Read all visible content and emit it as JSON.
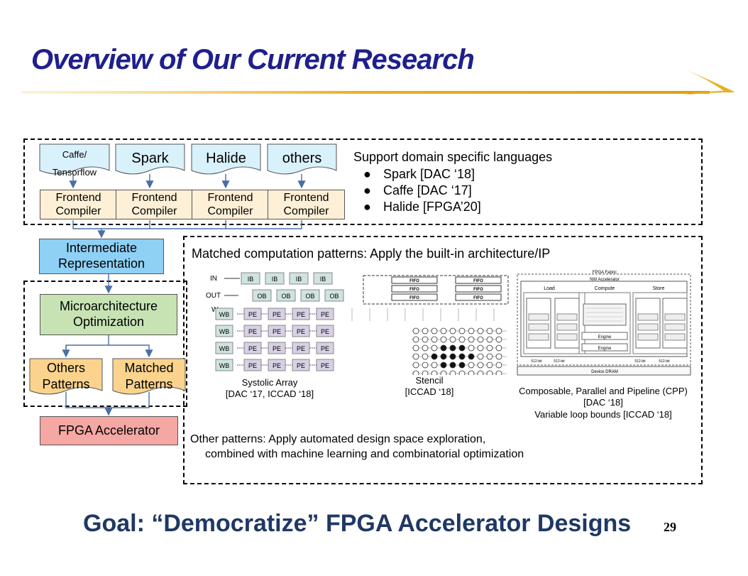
{
  "title": "Overview of Our Current Research",
  "languages": [
    {
      "line1": "Caffe/",
      "line2": "Tensorflow"
    },
    {
      "line1": "Spark"
    },
    {
      "line1": "Halide"
    },
    {
      "line1": "others"
    }
  ],
  "frontend": {
    "line1": "Frontend",
    "line2": "Compiler"
  },
  "support": {
    "heading": "Support domain specific languages",
    "items": [
      "Spark [DAC ‘18]",
      "Caffe [DAC ‘17]",
      "Halide [FPGA’20]"
    ]
  },
  "ir": {
    "line1": "Intermediate",
    "line2": "Representation"
  },
  "microarch": {
    "line1": "Microarchitecture",
    "line2": "Optimization"
  },
  "others_patterns": {
    "line1": "Others",
    "line2": "Patterns"
  },
  "matched_patterns": {
    "line1": "Matched",
    "line2": "Patterns"
  },
  "fpga_accel": "FPGA Accelerator",
  "matched_heading": "Matched computation patterns: Apply the built-in architecture/IP",
  "systolic": {
    "labels": {
      "in": "IN",
      "out": "OUT",
      "w": "W",
      "ib": "IB",
      "ob": "OB",
      "wb": "WB",
      "pe": "PE"
    },
    "caption1": "Systolic Array",
    "caption2": "[DAC ‘17, ICCAD ‘18]"
  },
  "stencil": {
    "fifo": "FIFO",
    "caption1": "Stencil",
    "caption2": "[ICCAD ‘18]"
  },
  "cpp": {
    "fabric": "FPGA Fabric",
    "accel": "NW Accelerator",
    "load": "Load",
    "compute": "Compute",
    "store": "Store",
    "engine": "Engine",
    "bit": "512-bit",
    "dram": "Device DRAM",
    "caption1": "Composable, Parallel and Pipeline (CPP)",
    "caption2": "[DAC ‘18]",
    "caption3": "Variable loop bounds [ICCAD ‘18]"
  },
  "other_heading": "Other patterns: Apply automated design space exploration,",
  "other_heading2": "combined with machine learning and combinatorial optimization",
  "goal": "Goal: “Democratize” FPGA Accelerator Designs",
  "page_number": "29"
}
